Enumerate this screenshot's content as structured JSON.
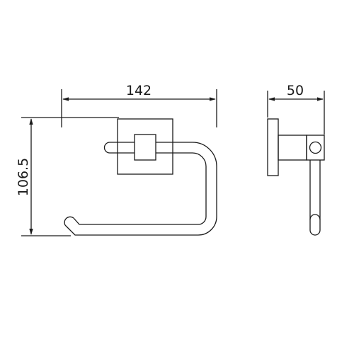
{
  "drawing": {
    "dimensions": {
      "width": "142",
      "height": "106.5",
      "depth": "50"
    },
    "colors": {
      "stroke": "#1a1a1a",
      "background": "#ffffff"
    }
  }
}
